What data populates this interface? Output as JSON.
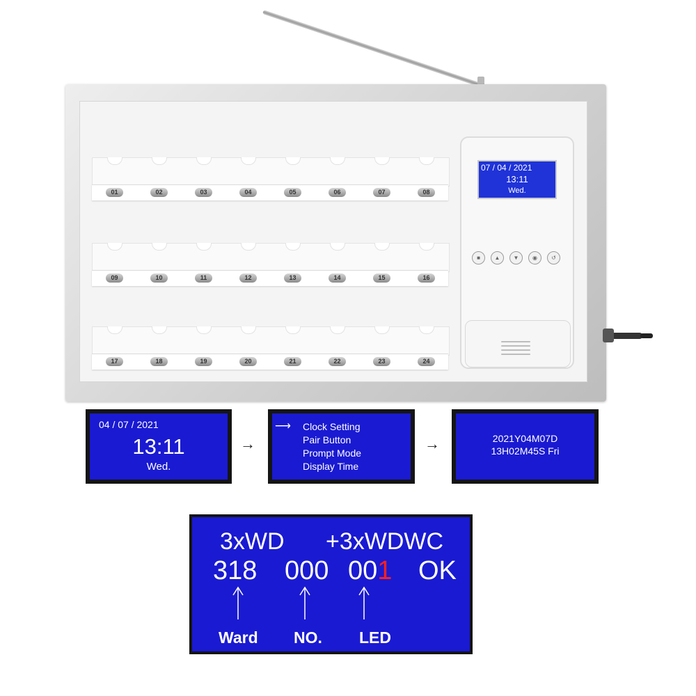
{
  "device": {
    "slots_row1": [
      "01",
      "02",
      "03",
      "04",
      "05",
      "06",
      "07",
      "08"
    ],
    "slots_row2": [
      "09",
      "10",
      "11",
      "12",
      "13",
      "14",
      "15",
      "16"
    ],
    "slots_row3": [
      "17",
      "18",
      "19",
      "20",
      "21",
      "22",
      "23",
      "24"
    ],
    "panel_screen": {
      "date": "07 / 04 / 2021",
      "time": "13:11",
      "day": "Wed."
    },
    "panel_buttons": [
      "stop-icon",
      "up-icon",
      "down-icon",
      "ok-icon",
      "back-icon"
    ]
  },
  "screens": {
    "home": {
      "date": "04 / 07 / 2021",
      "time": "13:11",
      "day": "Wed."
    },
    "menu": {
      "pointer": "⟶",
      "items": [
        "Clock Setting",
        "Pair Button",
        "Prompt Mode",
        "Display Time"
      ]
    },
    "clock": {
      "line1": "2021Y04M07D",
      "line2": "13H02M45S Fri"
    },
    "flow_arrow": "→"
  },
  "code_screen": {
    "line1_a": "3xWD",
    "line1_b": "+3xWDWC",
    "ward": "318",
    "no": "000",
    "led_prefix": "00",
    "led_highlight": "1",
    "status": "OK",
    "label_ward": "Ward",
    "label_no": "NO.",
    "label_led": "LED",
    "highlight_color": "#ff2020",
    "lcd_color": "#1a1ad2"
  }
}
